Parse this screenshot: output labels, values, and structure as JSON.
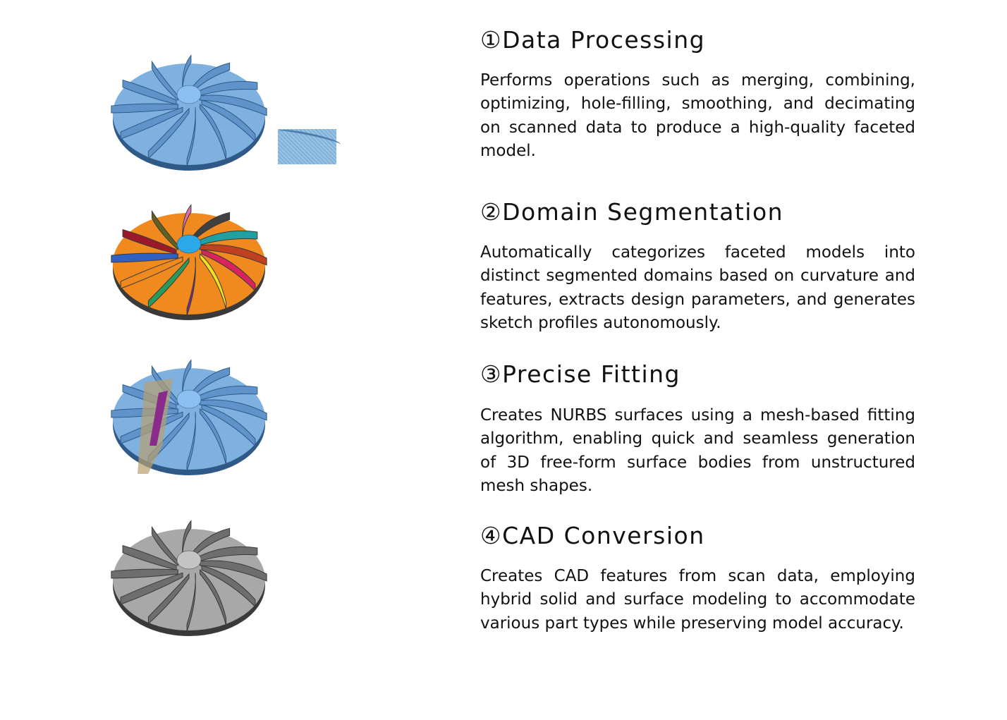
{
  "sections": [
    {
      "title": "①Data Processing",
      "body": "Performs operations such as merging, combining, optimizing, hole-filling, smoothing, and decimating on scanned data to produce a high-quality faceted model.",
      "figure": "blue-impeller-mesh",
      "colors": {
        "disk": "#7eb0e0",
        "blade": "#5f93c9",
        "edge": "#2f5a88",
        "hub": "#8cc0f0"
      }
    },
    {
      "title": "②Domain Segmentation",
      "body": "Automatically categorizes faceted models into distinct segmented domains based on curvature and features, extracts design parameters, and generates sketch profiles autonomously.",
      "figure": "segmented-impeller",
      "colors": {
        "disk": "#f08a1e",
        "blade": "#d8245c",
        "edge": "#3a3a3a",
        "hub": "#2ba8e8"
      }
    },
    {
      "title": "③Precise Fitting",
      "body": "Creates NURBS surfaces using a mesh-based fitting algorithm, enabling quick and seamless generation of 3D free-form surface bodies from unstructured mesh shapes.",
      "figure": "fitted-impeller",
      "colors": {
        "disk": "#7eb0e0",
        "blade": "#5f93c9",
        "edge": "#2f5a88",
        "hub": "#8cc0f0"
      }
    },
    {
      "title": "④CAD Conversion",
      "body": "Creates CAD features from scan data, employing hybrid solid and surface modeling to accommodate various part types while preserving model accuracy.",
      "figure": "cad-impeller",
      "colors": {
        "disk": "#a8a8a8",
        "blade": "#6e6e6e",
        "edge": "#3a3a3a",
        "hub": "#c4c4c4"
      }
    }
  ]
}
